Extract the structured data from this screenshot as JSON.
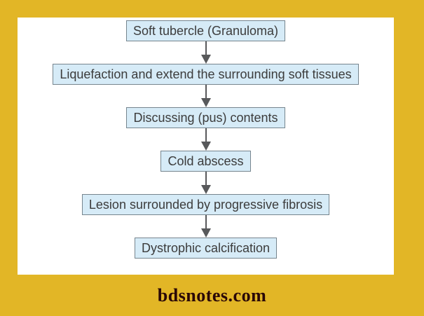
{
  "flowchart": {
    "title": "Cold abscess formation flowchart",
    "steps": [
      {
        "label": "Soft tubercle (Granuloma)"
      },
      {
        "label": "Liquefaction and extend the surrounding soft tissues"
      },
      {
        "label": "Discussing (pus) contents"
      },
      {
        "label": "Cold abscess"
      },
      {
        "label": "Lesion surrounded by progressive fibrosis"
      },
      {
        "label": "Dystrophic calcification"
      }
    ],
    "connector": "arrow-down"
  },
  "footer": {
    "site": "bdsnotes.com"
  },
  "colors": {
    "frame_background": "#e2b626",
    "panel_background": "#ffffff",
    "box_fill": "#d6ebf7",
    "box_border": "#76858e",
    "box_text": "#3c3c3c",
    "arrow": "#58595b",
    "footer_text": "#2a0808"
  }
}
